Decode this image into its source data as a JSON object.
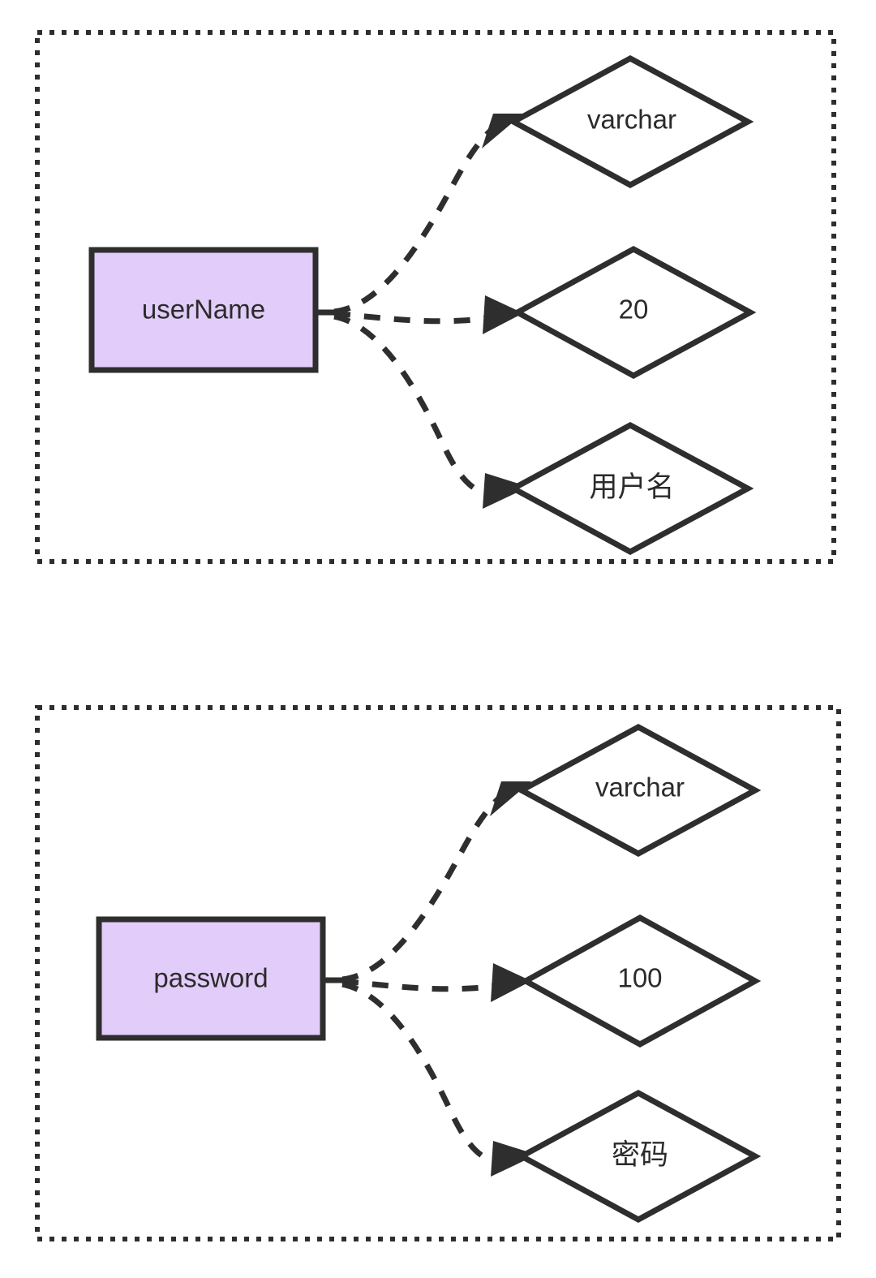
{
  "diagram": {
    "type": "entity-attribute-diagram",
    "background_color": "#ffffff",
    "stroke_color": "#2e2e2e",
    "attribute_fill_color": "#e2ccf9",
    "value_fill_color": "#ffffff",
    "groups": [
      {
        "id": "group-username",
        "frame_style": "dotted",
        "attribute": {
          "label": "userName",
          "shape": "rectangle"
        },
        "values": [
          {
            "label": "varchar",
            "shape": "diamond",
            "role": "data-type"
          },
          {
            "label": "20",
            "shape": "diamond",
            "role": "length"
          },
          {
            "label": "用户名",
            "shape": "diamond",
            "role": "description"
          }
        ]
      },
      {
        "id": "group-password",
        "frame_style": "dotted",
        "attribute": {
          "label": "password",
          "shape": "rectangle"
        },
        "values": [
          {
            "label": "varchar",
            "shape": "diamond",
            "role": "data-type"
          },
          {
            "label": "100",
            "shape": "diamond",
            "role": "length"
          },
          {
            "label": "密码",
            "shape": "diamond",
            "role": "description"
          }
        ]
      }
    ]
  }
}
